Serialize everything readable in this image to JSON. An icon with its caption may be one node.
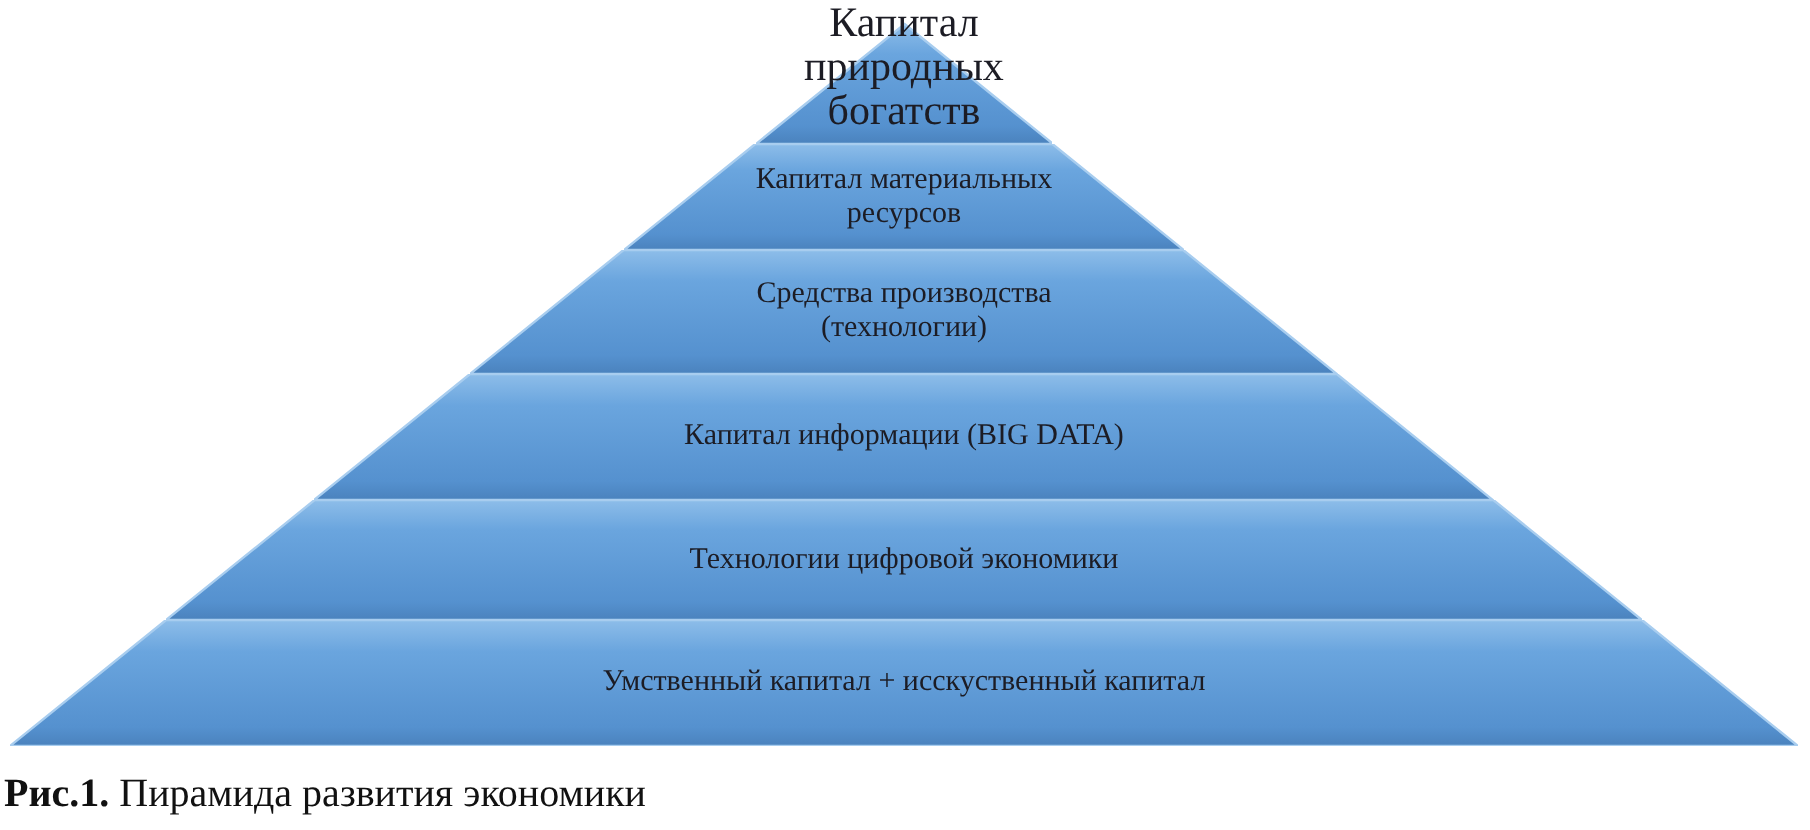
{
  "diagram": {
    "caption": "**Рис.1.** Пирамида развития экономики",
    "nodes": [
      {
        "text": [
          "Капитал природных богатств"
        ]
      },
      {
        "text": [
          "Капитал материальных ресурсов"
        ]
      },
      {
        "text": [
          "Средства производства (технологии)"
        ]
      },
      {
        "text": [
          "Капитал информации (BIG DATA)"
        ]
      },
      {
        "text": [
          "Технологии цифровой экономики"
        ]
      },
      {
        "text": [
          "Умственный капитал + исскуственный капитал"
        ]
      }
    ]
  }
}
